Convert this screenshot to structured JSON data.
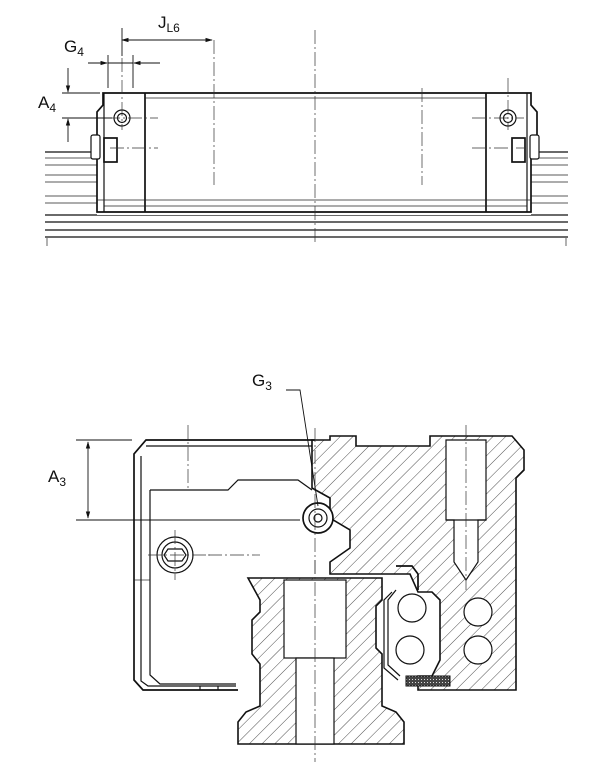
{
  "labels": {
    "g4": {
      "main": "G",
      "sub": "4"
    },
    "jl6": {
      "main": "J",
      "sub": "L6"
    },
    "a4": {
      "main": "A",
      "sub": "4"
    },
    "g3": {
      "main": "G",
      "sub": "3"
    },
    "a3": {
      "main": "A",
      "sub": "3"
    }
  },
  "colors": {
    "line": "#111111",
    "background": "#ffffff"
  }
}
